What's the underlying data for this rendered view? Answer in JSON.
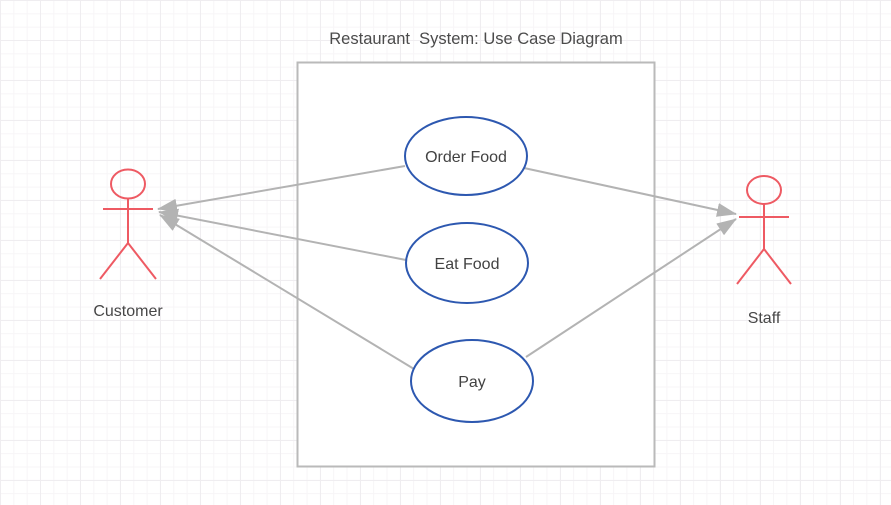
{
  "title": "Restaurant  System: Use Case Diagram",
  "diagram_type": "use-case-diagram",
  "use_cases": [
    {
      "label": "Order Food"
    },
    {
      "label": "Eat Food"
    },
    {
      "label": "Pay"
    }
  ],
  "actors": [
    {
      "name": "Customer",
      "side": "left"
    },
    {
      "name": "Staff",
      "side": "right"
    }
  ],
  "connections": [
    {
      "from": "Order Food",
      "to": "Customer",
      "arrow": "at-actor"
    },
    {
      "from": "Eat Food",
      "to": "Customer",
      "arrow": "at-actor"
    },
    {
      "from": "Pay",
      "to": "Customer",
      "arrow": "at-actor"
    },
    {
      "from": "Order Food",
      "to": "Staff",
      "arrow": "at-actor"
    },
    {
      "from": "Pay",
      "to": "Staff",
      "arrow": "at-actor"
    }
  ],
  "colors": {
    "use_case_stroke": "#2d58b0",
    "actor_stroke": "#ee5a63",
    "connector": "#b3b3b3",
    "boundary_stroke": "#bababa",
    "grid_minor": "#f7f5f7",
    "grid_major": "#efedf0",
    "text": "#474747"
  }
}
